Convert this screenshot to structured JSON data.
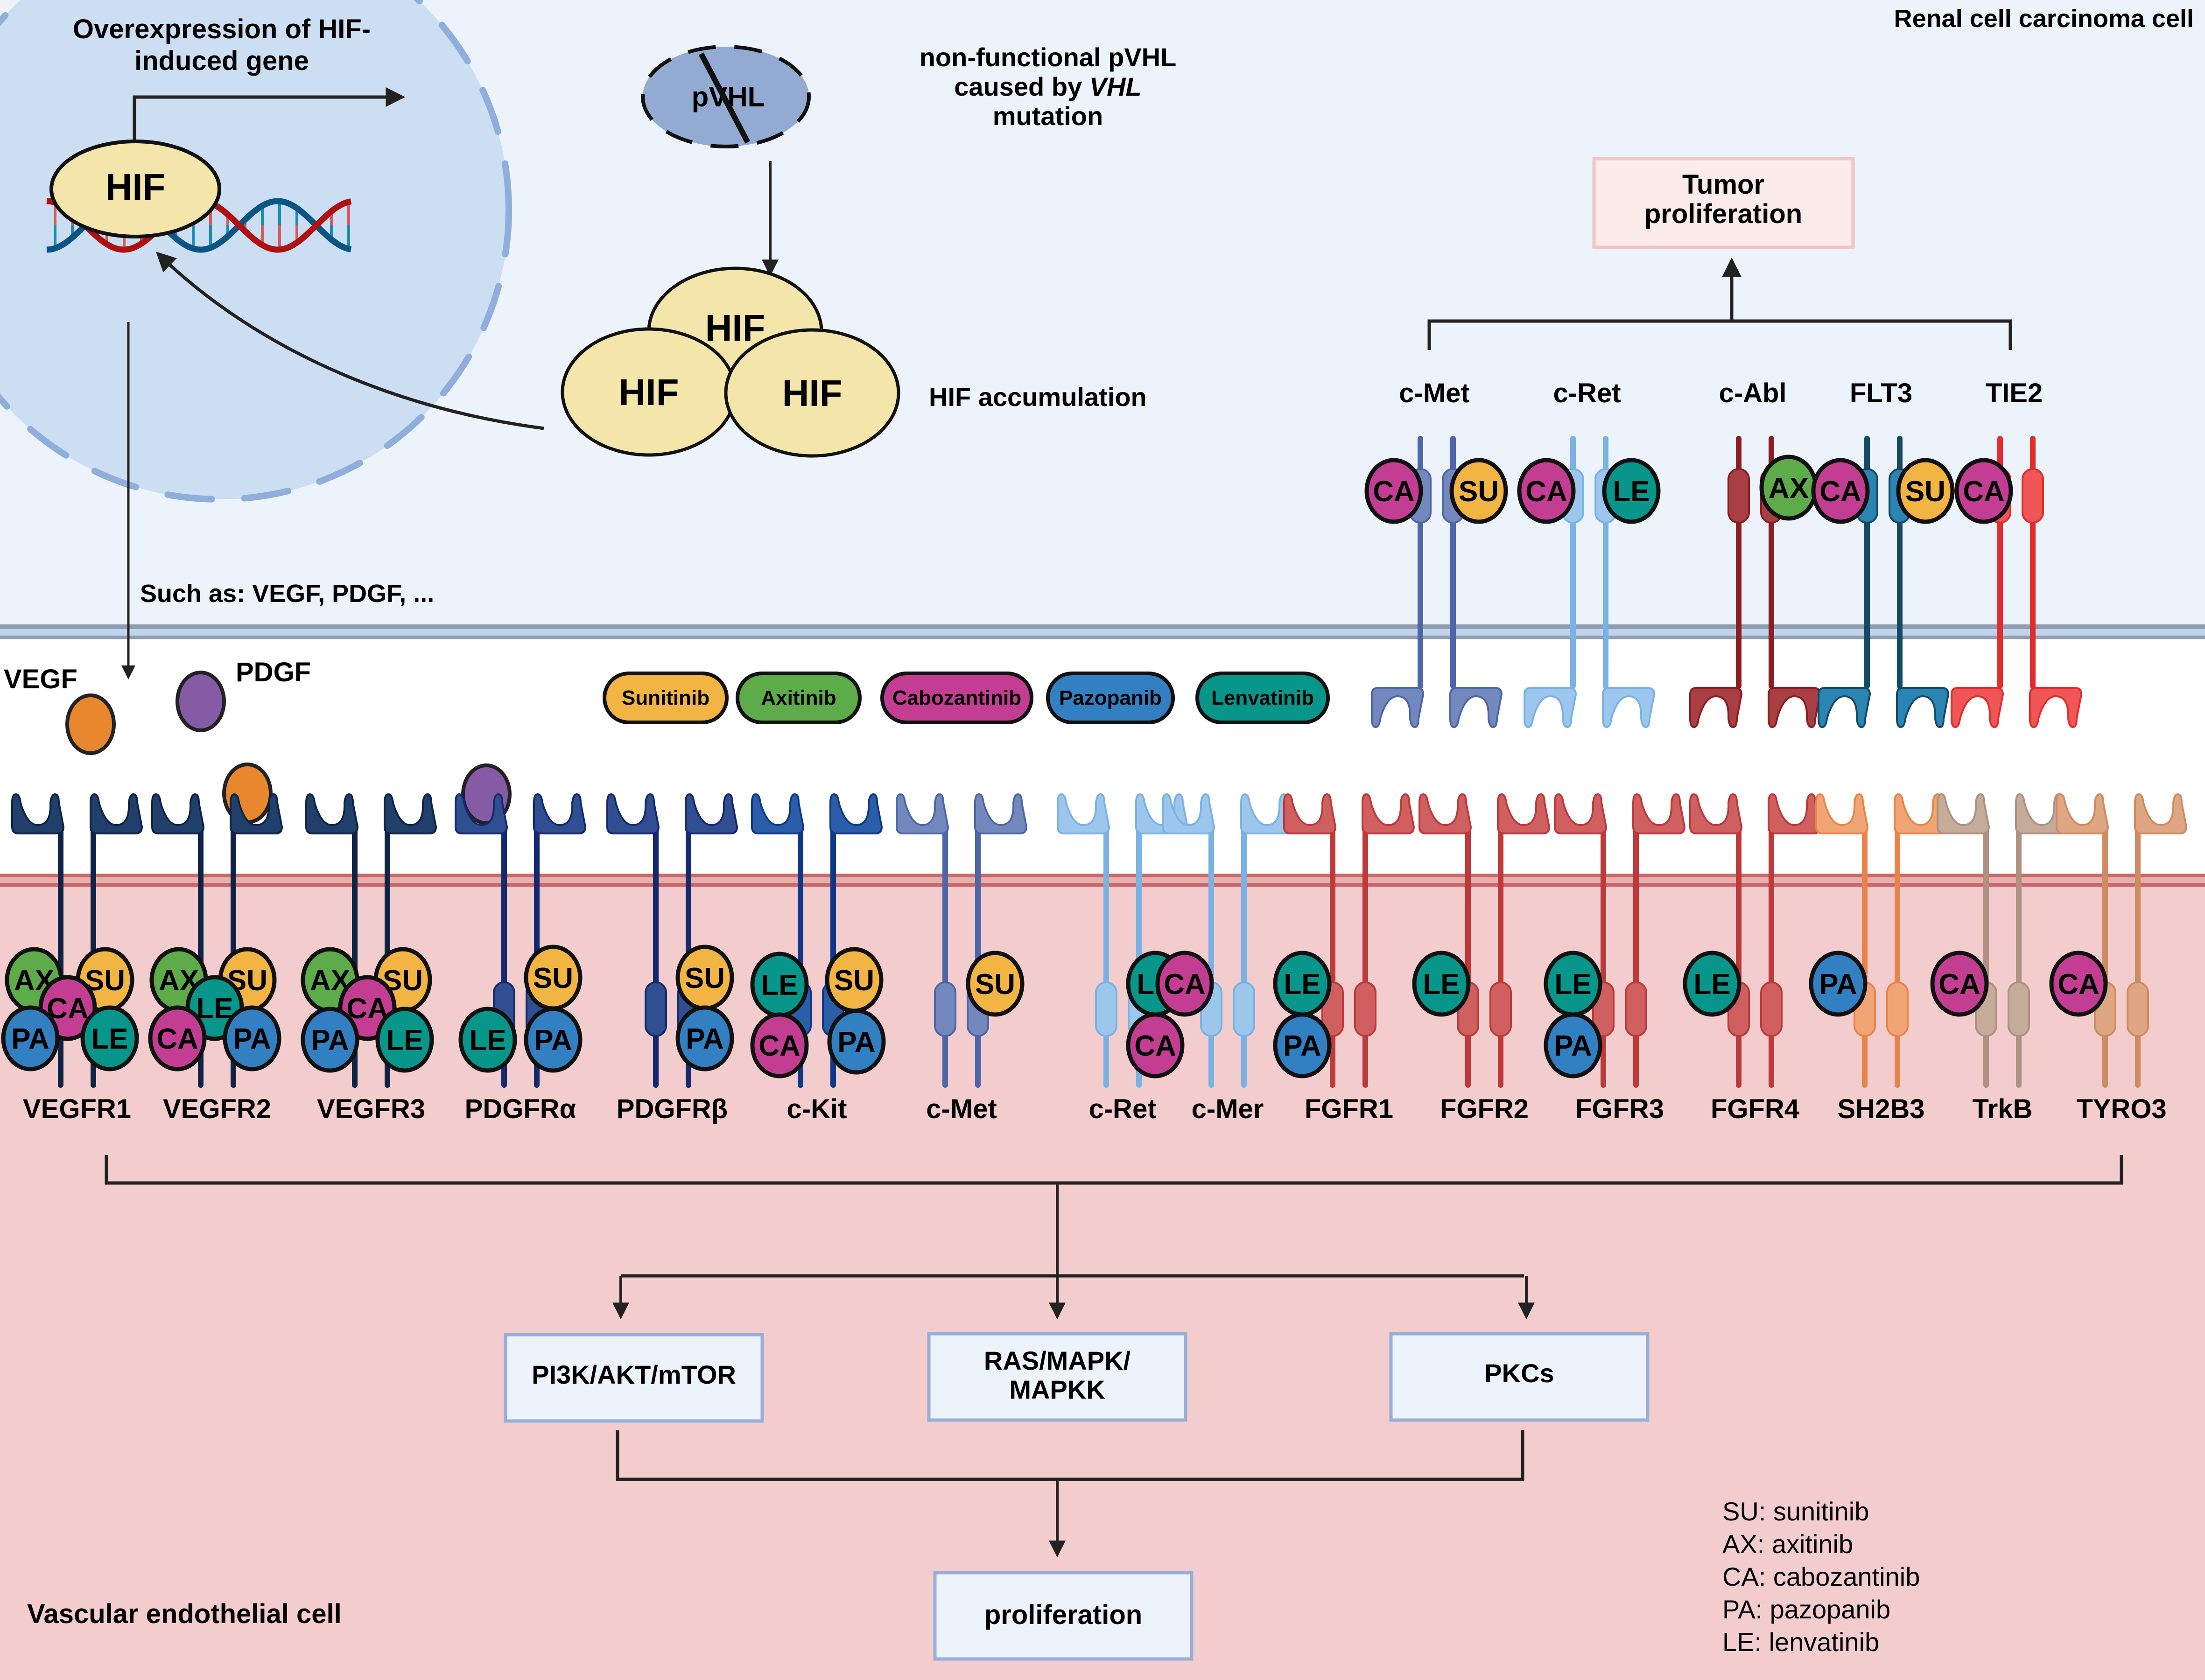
{
  "regions": {
    "tumor_cell_label": "Renal cell carcinoma cell",
    "endothelial_cell_label": "Vascular endothelial cell"
  },
  "nucleus": {
    "title_line1": "Overexpression of HIF-",
    "title_line2": "induced gene",
    "hif_label": "HIF"
  },
  "pvhl": {
    "label": "pVHL",
    "caption_line1": "non-functional pVHL",
    "caption_line2_prefix": "caused by ",
    "caption_line2_italic": "VHL",
    "caption_line3": "mutation"
  },
  "hif_cluster": {
    "labels": [
      "HIF",
      "HIF",
      "HIF"
    ],
    "caption": "HIF accumulation"
  },
  "secretion_caption": "Such as: VEGF, PDGF, ...",
  "ligands": {
    "vegf_label": "VEGF",
    "pdgf_label": "PDGF",
    "vegf_color": "#E8872E",
    "pdgf_color": "#855BA6"
  },
  "drug_colors": {
    "SU": "#F2B443",
    "AX": "#5DAB49",
    "CA": "#C33E93",
    "PA": "#327FC2",
    "LE": "#08968B"
  },
  "drug_pills": [
    {
      "abbr": "SU",
      "label": "Sunitinib"
    },
    {
      "abbr": "AX",
      "label": "Axitinib"
    },
    {
      "abbr": "CA",
      "label": "Cabozantinib"
    },
    {
      "abbr": "PA",
      "label": "Pazopanib"
    },
    {
      "abbr": "LE",
      "label": "Lenvatinib"
    }
  ],
  "tumor_box": {
    "line1": "Tumor",
    "line2": "proliferation"
  },
  "tumor_receptors": [
    {
      "name": "c-Met",
      "color": "#7389BD",
      "stem": "#4E66A8",
      "drugs": [
        "CA",
        "SU"
      ]
    },
    {
      "name": "c-Ret",
      "color": "#9DC6EC",
      "stem": "#7BB2E4",
      "drugs": [
        "CA",
        "LE"
      ]
    },
    {
      "name": "c-Abl",
      "color": "#A84043",
      "stem": "#8A1E22",
      "drugs": [
        "AX"
      ]
    },
    {
      "name": "FLT3",
      "color": "#2A84B4",
      "stem": "#154A63",
      "drugs": [
        "CA",
        "SU"
      ]
    },
    {
      "name": "TIE2",
      "color": "#F05656",
      "stem": "#E02D2D",
      "drugs": [
        "CA"
      ]
    }
  ],
  "endothelial_receptors": [
    {
      "name": "VEGFR1",
      "color": "#213F6B",
      "stem": "#0E2346",
      "drugs": [
        "AX",
        "SU",
        "CA",
        "PA",
        "LE"
      ]
    },
    {
      "name": "VEGFR2",
      "color": "#213F6B",
      "stem": "#0E2346",
      "drugs": [
        "AX",
        "SU",
        "LE",
        "CA",
        "PA"
      ]
    },
    {
      "name": "VEGFR3",
      "color": "#213F6B",
      "stem": "#0E2346",
      "drugs": [
        "AX",
        "SU",
        "CA",
        "PA",
        "LE"
      ]
    },
    {
      "name": "PDGFRα",
      "color": "#304E90",
      "stem": "#14296E",
      "drugs": [
        "SU",
        "LE",
        "PA"
      ]
    },
    {
      "name": "PDGFRβ",
      "color": "#304E90",
      "stem": "#14296E",
      "drugs": [
        "SU",
        "PA"
      ]
    },
    {
      "name": "c-Kit",
      "color": "#2B5EA8",
      "stem": "#0D3889",
      "drugs": [
        "LE",
        "SU",
        "CA",
        "PA"
      ]
    },
    {
      "name": "c-Met",
      "color": "#7389BD",
      "stem": "#4E66A8",
      "drugs": [
        "SU"
      ]
    },
    {
      "name": "c-Ret",
      "color": "#9DC6EC",
      "stem": "#7BB2E4",
      "drugs": [
        "LE",
        "CA"
      ]
    },
    {
      "name": "c-Mer",
      "color": "#9DC6EC",
      "stem": "#7BB2E4",
      "drugs": [
        "CA"
      ]
    },
    {
      "name": "FGFR1",
      "color": "#D06060",
      "stem": "#BC3A3A",
      "drugs": [
        "LE",
        "PA"
      ]
    },
    {
      "name": "FGFR2",
      "color": "#D06060",
      "stem": "#BC3A3A",
      "drugs": [
        "LE"
      ]
    },
    {
      "name": "FGFR3",
      "color": "#D06060",
      "stem": "#BC3A3A",
      "drugs": [
        "LE",
        "PA"
      ]
    },
    {
      "name": "FGFR4",
      "color": "#D06060",
      "stem": "#BC3A3A",
      "drugs": [
        "LE"
      ]
    },
    {
      "name": "SH2B3",
      "color": "#F0A575",
      "stem": "#E8844A",
      "drugs": [
        "PA"
      ]
    },
    {
      "name": "TrkB",
      "color": "#C4AB9A",
      "stem": "#B09080",
      "drugs": [
        "CA"
      ]
    },
    {
      "name": "TYRO3",
      "color": "#DEA683",
      "stem": "#CF8B62",
      "drugs": [
        "CA"
      ]
    }
  ],
  "pathways": [
    {
      "label_line1": "PI3K/AKT/mTOR",
      "label_line2": ""
    },
    {
      "label_line1": "RAS/MAPK/",
      "label_line2": "MAPKK"
    },
    {
      "label_line1": "PKCs",
      "label_line2": ""
    }
  ],
  "outcome_box": "proliferation",
  "legend": [
    "SU: sunitinib",
    "AX: axitinib",
    "CA: cabozantinib",
    "PA: pazopanib",
    "LE: lenvatinib"
  ]
}
